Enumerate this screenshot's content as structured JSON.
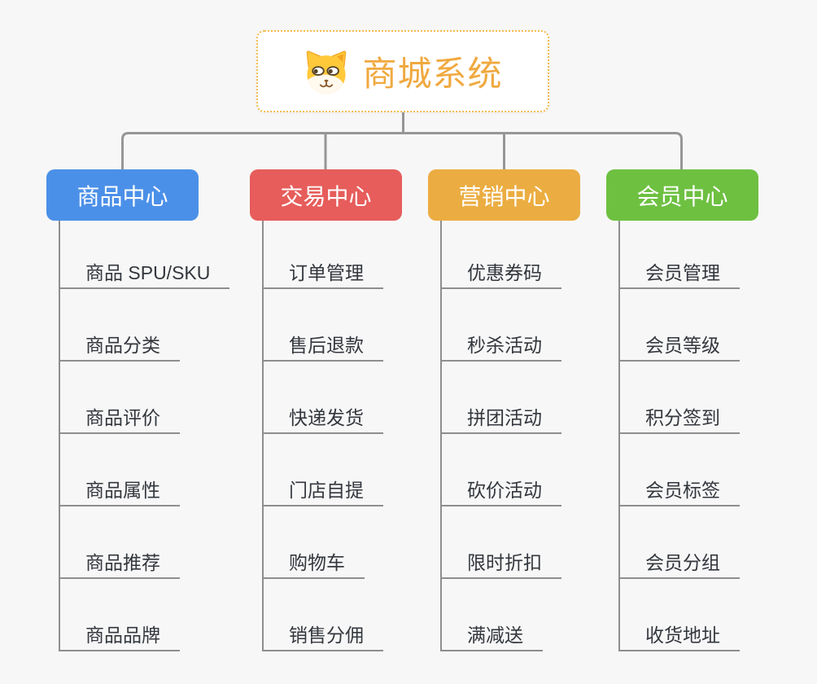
{
  "canvas": {
    "background": "#f7f7f7",
    "connector_color": "#969696"
  },
  "root": {
    "title": "商城系统",
    "title_color": "#F0A93F",
    "border_color": "#F3BA4E",
    "background": "#ffffff",
    "icon": "dog-face-icon"
  },
  "branches": [
    {
      "id": "product-center",
      "label": "商品中心",
      "color": "#4B90E8",
      "children": [
        "商品 SPU/SKU",
        "商品分类",
        "商品评价",
        "商品属性",
        "商品推荐",
        "商品品牌"
      ]
    },
    {
      "id": "trade-center",
      "label": "交易中心",
      "color": "#E65D5B",
      "children": [
        "订单管理",
        "售后退款",
        "快递发货",
        "门店自提",
        "购物车",
        "销售分佣"
      ]
    },
    {
      "id": "marketing-center",
      "label": "营销中心",
      "color": "#EBAD41",
      "children": [
        "优惠券码",
        "秒杀活动",
        "拼团活动",
        "砍价活动",
        "限时折扣",
        "满减送"
      ]
    },
    {
      "id": "member-center",
      "label": "会员中心",
      "color": "#6EC041",
      "children": [
        "会员管理",
        "会员等级",
        "积分签到",
        "会员标签",
        "会员分组",
        "收货地址"
      ]
    }
  ]
}
